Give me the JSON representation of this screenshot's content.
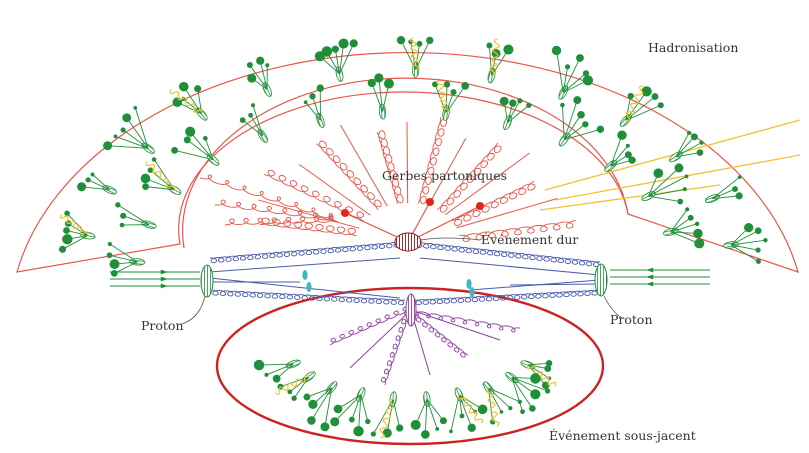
{
  "labels": {
    "hadronisation": "Hadronisation",
    "parton_showers": "Gerbes partoniques",
    "hard_event": "Événement dur",
    "proton_left": "Proton",
    "proton_right": "Proton",
    "underlying_event": "Événement sous-jacent"
  },
  "colors": {
    "hadron_green": "#1f8f3a",
    "hadron_outline": "#e8564a",
    "parton_red": "#e8564a",
    "hard_blob": "#8b1a1a",
    "gluon_blue": "#4b5ba8",
    "underlying_purple": "#8e3fa0",
    "underlying_outline": "#cc2222",
    "photon_yellow": "#f2c230",
    "secondary_blob_cyan": "#3bb8c4",
    "label_text": "#333333"
  }
}
